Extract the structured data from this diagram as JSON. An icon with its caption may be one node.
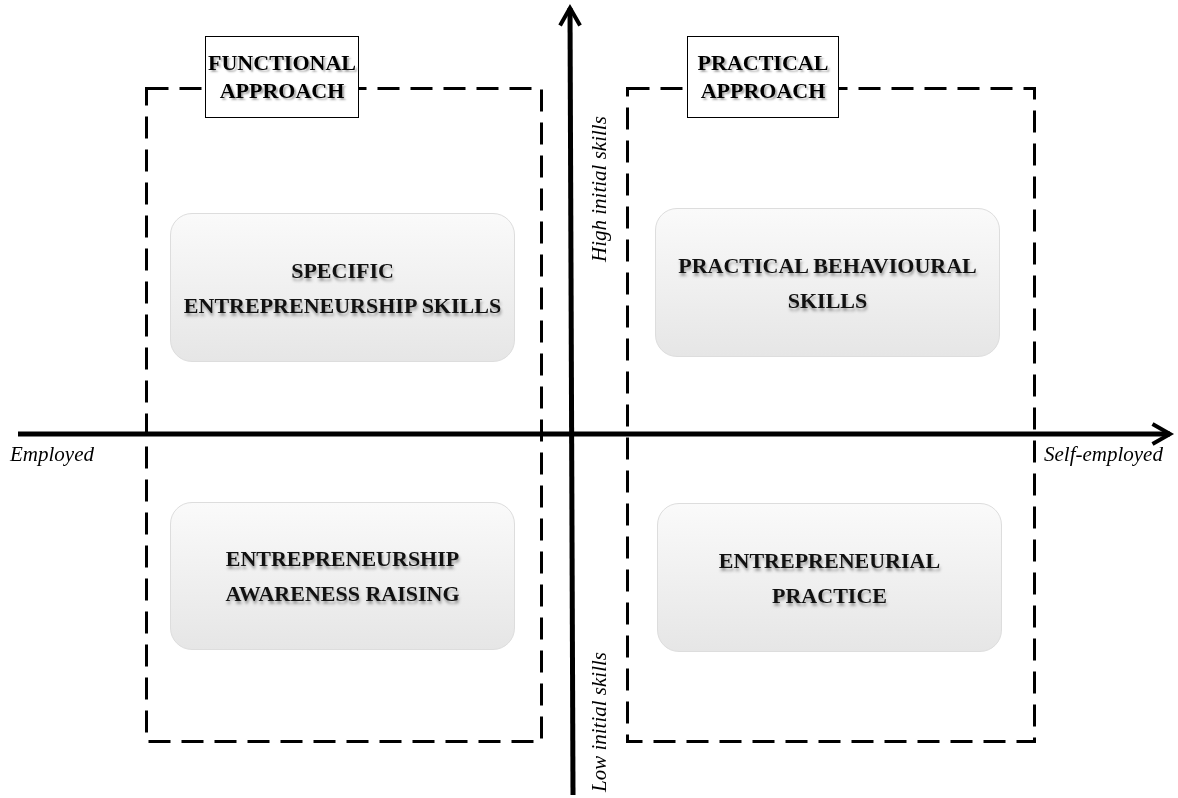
{
  "diagram": {
    "nodes": [
      {
        "text": [
          "FUNCTIONAL APPROACH"
        ]
      },
      {
        "text": [
          "SPECIFIC ENTREPRENEURSHIP SKILLS"
        ],
        "in": 0
      },
      {
        "text": [
          "ENTREPRENEURSHIP AWARENESS RAISING"
        ],
        "in": 0
      },
      {
        "text": [
          "PRACTICAL APPROACH"
        ]
      },
      {
        "text": [
          "PRACTICAL BEHAVIOURAL SKILLS"
        ],
        "in": 3
      },
      {
        "text": [
          "ENTREPRENEURIAL PRACTICE"
        ],
        "in": 3
      }
    ],
    "edges": [],
    "labels": [
      "High initial skills",
      "Employed",
      "Self-employed",
      "Low initial skills"
    ]
  }
}
